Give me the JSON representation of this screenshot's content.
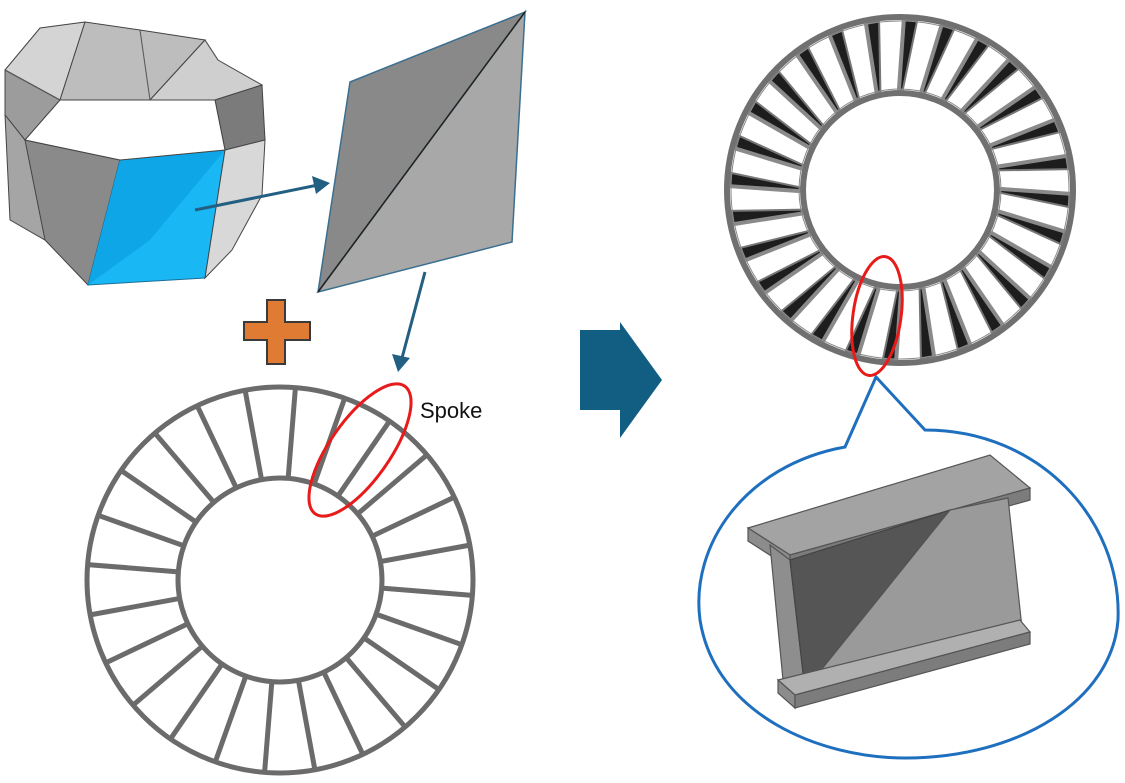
{
  "labels": {
    "spoke": "Spoke"
  },
  "colors": {
    "face_light": "#c8c8c8",
    "face_mid": "#a8a8a8",
    "face_dark": "#7a7a7a",
    "face_darker": "#5e5e5e",
    "face_highlight": "#19b8f5",
    "face_highlight_shade": "#0fa6e8",
    "edge_line": "#3a6f8f",
    "arrow_line": "#225f82",
    "plus_fill": "#e07b33",
    "plus_stroke": "#3a3a3a",
    "big_arrow_fill": "#125d82",
    "ring_stroke": "#6b6b6b",
    "highlight_ellipse": "#e81b1b",
    "callout_stroke": "#1f6fbf",
    "wheel_blade": "#1d1d1d",
    "wheel_rim": "#707070",
    "beam_light": "#a3a3a3",
    "beam_mid": "#8c8c8c",
    "beam_dark": "#555555"
  },
  "wheel_left": {
    "spoke_count": 24
  },
  "wheel_right": {
    "blade_count": 28
  }
}
